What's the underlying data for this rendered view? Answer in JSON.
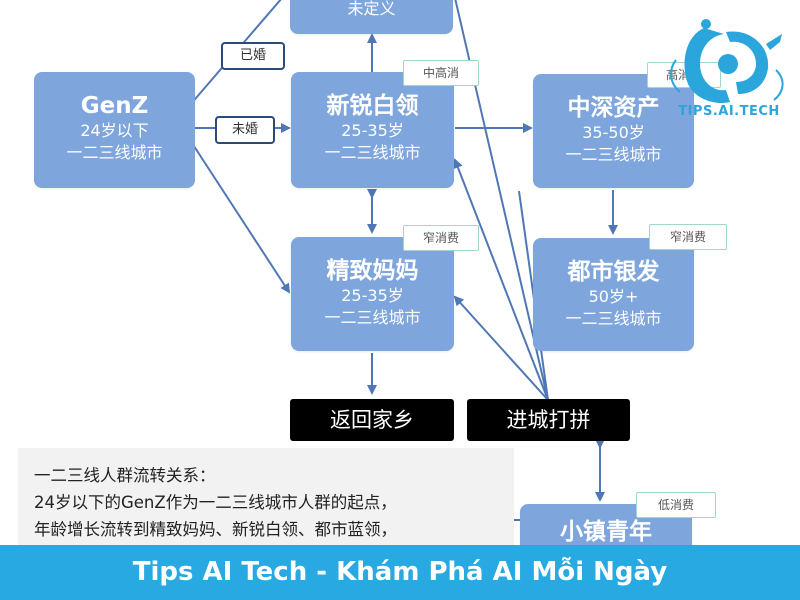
{
  "top_node": {
    "line1": "未定义"
  },
  "edge_labels": {
    "married": "已婚",
    "unmarried": "未婚"
  },
  "nodes": {
    "genz": {
      "title": "GenZ",
      "line2": "24岁以下",
      "line3": "一二三线城市"
    },
    "xinrui": {
      "title": "新锐白领",
      "line2": "25-35岁",
      "line3": "一二三线城市",
      "tag": "中高消"
    },
    "zhongshen": {
      "title": "中深资产",
      "line2": "35-50岁",
      "line3": "一二三线城市",
      "tag": "高消费"
    },
    "jingzhi": {
      "title": "精致妈妈",
      "line2": "25-35岁",
      "line3": "一二三线城市",
      "tag": "窄消费"
    },
    "dushi": {
      "title": "都市银发",
      "line2": "50岁+",
      "line3": "一二三线城市",
      "tag": "窄消费"
    },
    "xiaozhen": {
      "title": "小镇青年",
      "tag": "低消费"
    }
  },
  "actions": {
    "return_home": "返回家乡",
    "go_city": "进城打拼"
  },
  "description": {
    "lines": [
      "一二三线人群流转关系：",
      "24岁以下的GenZ作为一二三线城市人群的起点，",
      "年龄增长流转到精致妈妈、新锐白领、都市蓝领，"
    ]
  },
  "watermark": {
    "text": "TIPS.AI.TECH",
    "icon": "robot-head-icon"
  },
  "banner": {
    "text": "Tips AI Tech - Khám Phá AI Mỗi Ngày"
  },
  "colors": {
    "node": "#7ea6dc",
    "arrow": "#4f77b5",
    "tag_border": "#9fd8c8",
    "banner": "#29a9e1"
  }
}
